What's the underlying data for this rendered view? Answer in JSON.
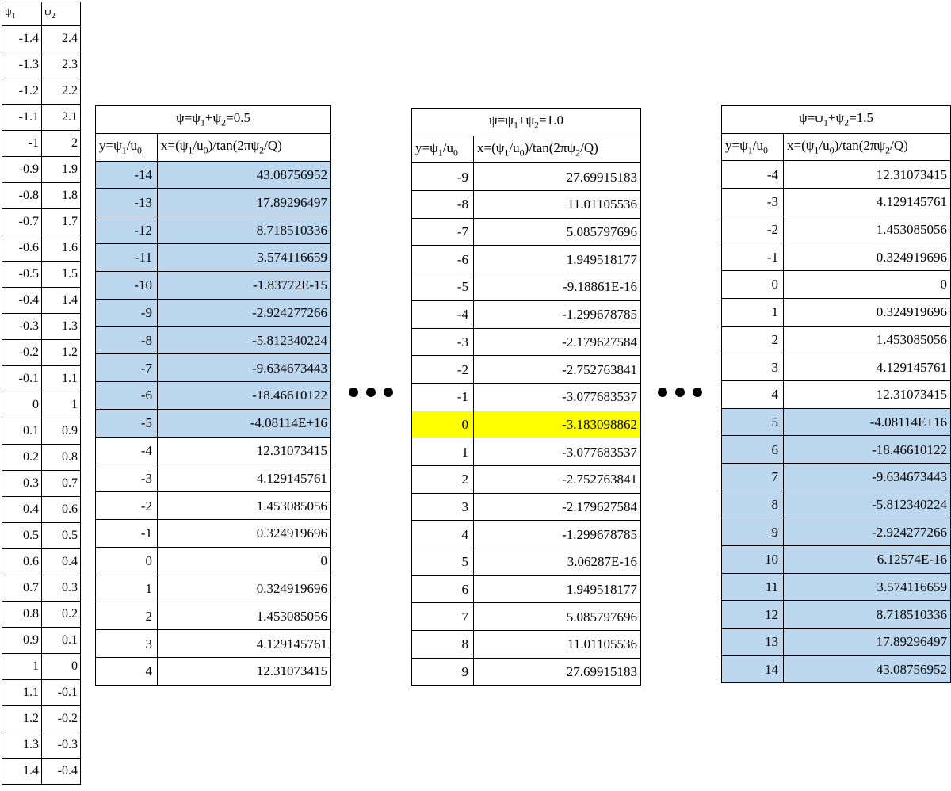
{
  "psi_table": {
    "headers": [
      "ψ1",
      "ψ2"
    ],
    "rows": [
      [
        "-1.4",
        "2.4"
      ],
      [
        "-1.3",
        "2.3"
      ],
      [
        "-1.2",
        "2.2"
      ],
      [
        "-1.1",
        "2.1"
      ],
      [
        "-1",
        "2"
      ],
      [
        "-0.9",
        "1.9"
      ],
      [
        "-0.8",
        "1.8"
      ],
      [
        "-0.7",
        "1.7"
      ],
      [
        "-0.6",
        "1.6"
      ],
      [
        "-0.5",
        "1.5"
      ],
      [
        "-0.4",
        "1.4"
      ],
      [
        "-0.3",
        "1.3"
      ],
      [
        "-0.2",
        "1.2"
      ],
      [
        "-0.1",
        "1.1"
      ],
      [
        "0",
        "1"
      ],
      [
        "0.1",
        "0.9"
      ],
      [
        "0.2",
        "0.8"
      ],
      [
        "0.3",
        "0.7"
      ],
      [
        "0.4",
        "0.6"
      ],
      [
        "0.5",
        "0.5"
      ],
      [
        "0.6",
        "0.4"
      ],
      [
        "0.7",
        "0.3"
      ],
      [
        "0.8",
        "0.2"
      ],
      [
        "0.9",
        "0.1"
      ],
      [
        "1",
        "0"
      ],
      [
        "1.1",
        "-0.1"
      ],
      [
        "1.2",
        "-0.2"
      ],
      [
        "1.3",
        "-0.3"
      ],
      [
        "1.4",
        "-0.4"
      ]
    ]
  },
  "tables": [
    {
      "title": "ψ=ψ1+ψ2=0.5",
      "col_y": "y=ψ1/u0",
      "col_x": "x=(ψ1/u0)/tan(2πψ2/Q)",
      "rows": [
        {
          "y": "-14",
          "x": "43.08756952",
          "hl": "blue"
        },
        {
          "y": "-13",
          "x": "17.89296497",
          "hl": "blue"
        },
        {
          "y": "-12",
          "x": "8.718510336",
          "hl": "blue"
        },
        {
          "y": "-11",
          "x": "3.574116659",
          "hl": "blue"
        },
        {
          "y": "-10",
          "x": "-1.83772E-15",
          "hl": "blue"
        },
        {
          "y": "-9",
          "x": "-2.924277266",
          "hl": "blue"
        },
        {
          "y": "-8",
          "x": "-5.812340224",
          "hl": "blue"
        },
        {
          "y": "-7",
          "x": "-9.634673443",
          "hl": "blue"
        },
        {
          "y": "-6",
          "x": "-18.46610122",
          "hl": "blue"
        },
        {
          "y": "-5",
          "x": "-4.08114E+16",
          "hl": "blue"
        },
        {
          "y": "-4",
          "x": "12.31073415",
          "hl": ""
        },
        {
          "y": "-3",
          "x": "4.129145761",
          "hl": ""
        },
        {
          "y": "-2",
          "x": "1.453085056",
          "hl": ""
        },
        {
          "y": "-1",
          "x": "0.324919696",
          "hl": ""
        },
        {
          "y": "0",
          "x": "0",
          "hl": ""
        },
        {
          "y": "1",
          "x": "0.324919696",
          "hl": ""
        },
        {
          "y": "2",
          "x": "1.453085056",
          "hl": ""
        },
        {
          "y": "3",
          "x": "4.129145761",
          "hl": ""
        },
        {
          "y": "4",
          "x": "12.31073415",
          "hl": ""
        }
      ]
    },
    {
      "title": "ψ=ψ1+ψ2=1.0",
      "col_y": "y=ψ1/u0",
      "col_x": "x=(ψ1/u0)/tan(2πψ2/Q)",
      "rows": [
        {
          "y": "-9",
          "x": "27.69915183",
          "hl": ""
        },
        {
          "y": "-8",
          "x": "11.01105536",
          "hl": ""
        },
        {
          "y": "-7",
          "x": "5.085797696",
          "hl": ""
        },
        {
          "y": "-6",
          "x": "1.949518177",
          "hl": ""
        },
        {
          "y": "-5",
          "x": "-9.18861E-16",
          "hl": ""
        },
        {
          "y": "-4",
          "x": "-1.299678785",
          "hl": ""
        },
        {
          "y": "-3",
          "x": "-2.179627584",
          "hl": ""
        },
        {
          "y": "-2",
          "x": "-2.752763841",
          "hl": ""
        },
        {
          "y": "-1",
          "x": "-3.077683537",
          "hl": ""
        },
        {
          "y": "0",
          "x": "-3.183098862",
          "hl": "yellow"
        },
        {
          "y": "1",
          "x": "-3.077683537",
          "hl": ""
        },
        {
          "y": "2",
          "x": "-2.752763841",
          "hl": ""
        },
        {
          "y": "3",
          "x": "-2.179627584",
          "hl": ""
        },
        {
          "y": "4",
          "x": "-1.299678785",
          "hl": ""
        },
        {
          "y": "5",
          "x": "3.06287E-16",
          "hl": ""
        },
        {
          "y": "6",
          "x": "1.949518177",
          "hl": ""
        },
        {
          "y": "7",
          "x": "5.085797696",
          "hl": ""
        },
        {
          "y": "8",
          "x": "11.01105536",
          "hl": ""
        },
        {
          "y": "9",
          "x": "27.69915183",
          "hl": ""
        }
      ]
    },
    {
      "title": "ψ=ψ1+ψ2=1.5",
      "col_y": "y=ψ1/u0",
      "col_x": "x=(ψ1/u0)/tan(2πψ2/Q)",
      "rows": [
        {
          "y": "-4",
          "x": "12.31073415",
          "hl": ""
        },
        {
          "y": "-3",
          "x": "4.129145761",
          "hl": ""
        },
        {
          "y": "-2",
          "x": "1.453085056",
          "hl": ""
        },
        {
          "y": "-1",
          "x": "0.324919696",
          "hl": ""
        },
        {
          "y": "0",
          "x": "0",
          "hl": ""
        },
        {
          "y": "1",
          "x": "0.324919696",
          "hl": ""
        },
        {
          "y": "2",
          "x": "1.453085056",
          "hl": ""
        },
        {
          "y": "3",
          "x": "4.129145761",
          "hl": ""
        },
        {
          "y": "4",
          "x": "12.31073415",
          "hl": ""
        },
        {
          "y": "5",
          "x": "-4.08114E+16",
          "hl": "blue"
        },
        {
          "y": "6",
          "x": "-18.46610122",
          "hl": "blue"
        },
        {
          "y": "7",
          "x": "-9.634673443",
          "hl": "blue"
        },
        {
          "y": "8",
          "x": "-5.812340224",
          "hl": "blue"
        },
        {
          "y": "9",
          "x": "-2.924277266",
          "hl": "blue"
        },
        {
          "y": "10",
          "x": "6.12574E-16",
          "hl": "blue"
        },
        {
          "y": "11",
          "x": "3.574116659",
          "hl": "blue"
        },
        {
          "y": "12",
          "x": "8.718510336",
          "hl": "blue"
        },
        {
          "y": "13",
          "x": "17.89296497",
          "hl": "blue"
        },
        {
          "y": "14",
          "x": "43.08756952",
          "hl": "blue"
        }
      ]
    }
  ],
  "colors": {
    "blue_highlight": "#bdd7ee",
    "yellow_highlight": "#ffff00"
  },
  "ellipsis_markers": [
    "dots-between-1-and-2",
    "dots-between-2-and-3"
  ]
}
